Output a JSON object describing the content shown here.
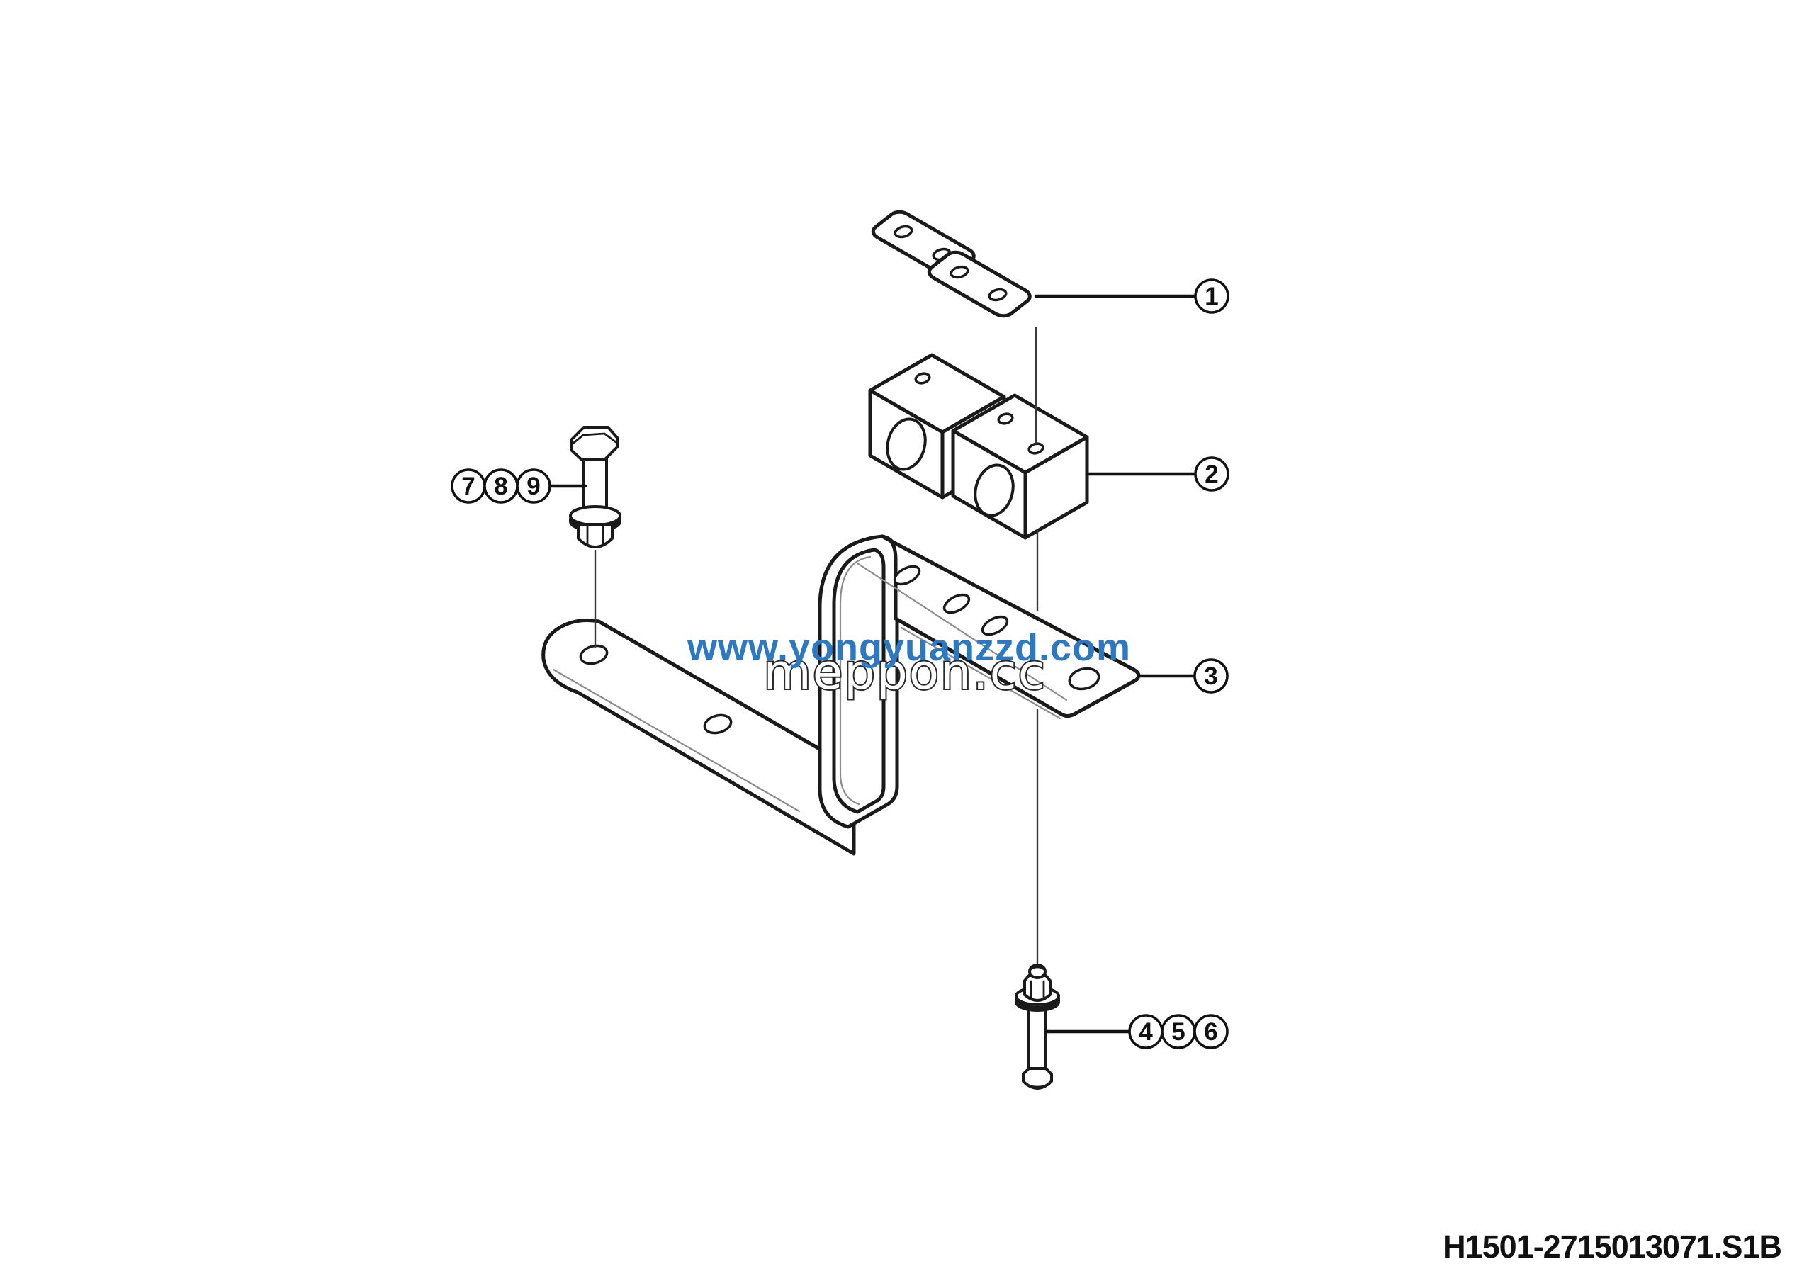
{
  "drawing": {
    "number": "H1501-2715013071.S1B",
    "watermark": {
      "site_blue": "www.yongyuanzzd.com",
      "site_outline": "meppon.cc"
    },
    "colors": {
      "line": "#1a1a1a",
      "thin_line": "#8c8c8c",
      "watermark_blue": "#2d78c3",
      "background": "#ffffff"
    },
    "callouts": [
      {
        "label": "1"
      },
      {
        "label": "2"
      },
      {
        "label": "3"
      },
      {
        "label": "4"
      },
      {
        "label": "5"
      },
      {
        "label": "6"
      },
      {
        "label": "7"
      },
      {
        "label": "8"
      },
      {
        "label": "9"
      }
    ]
  }
}
